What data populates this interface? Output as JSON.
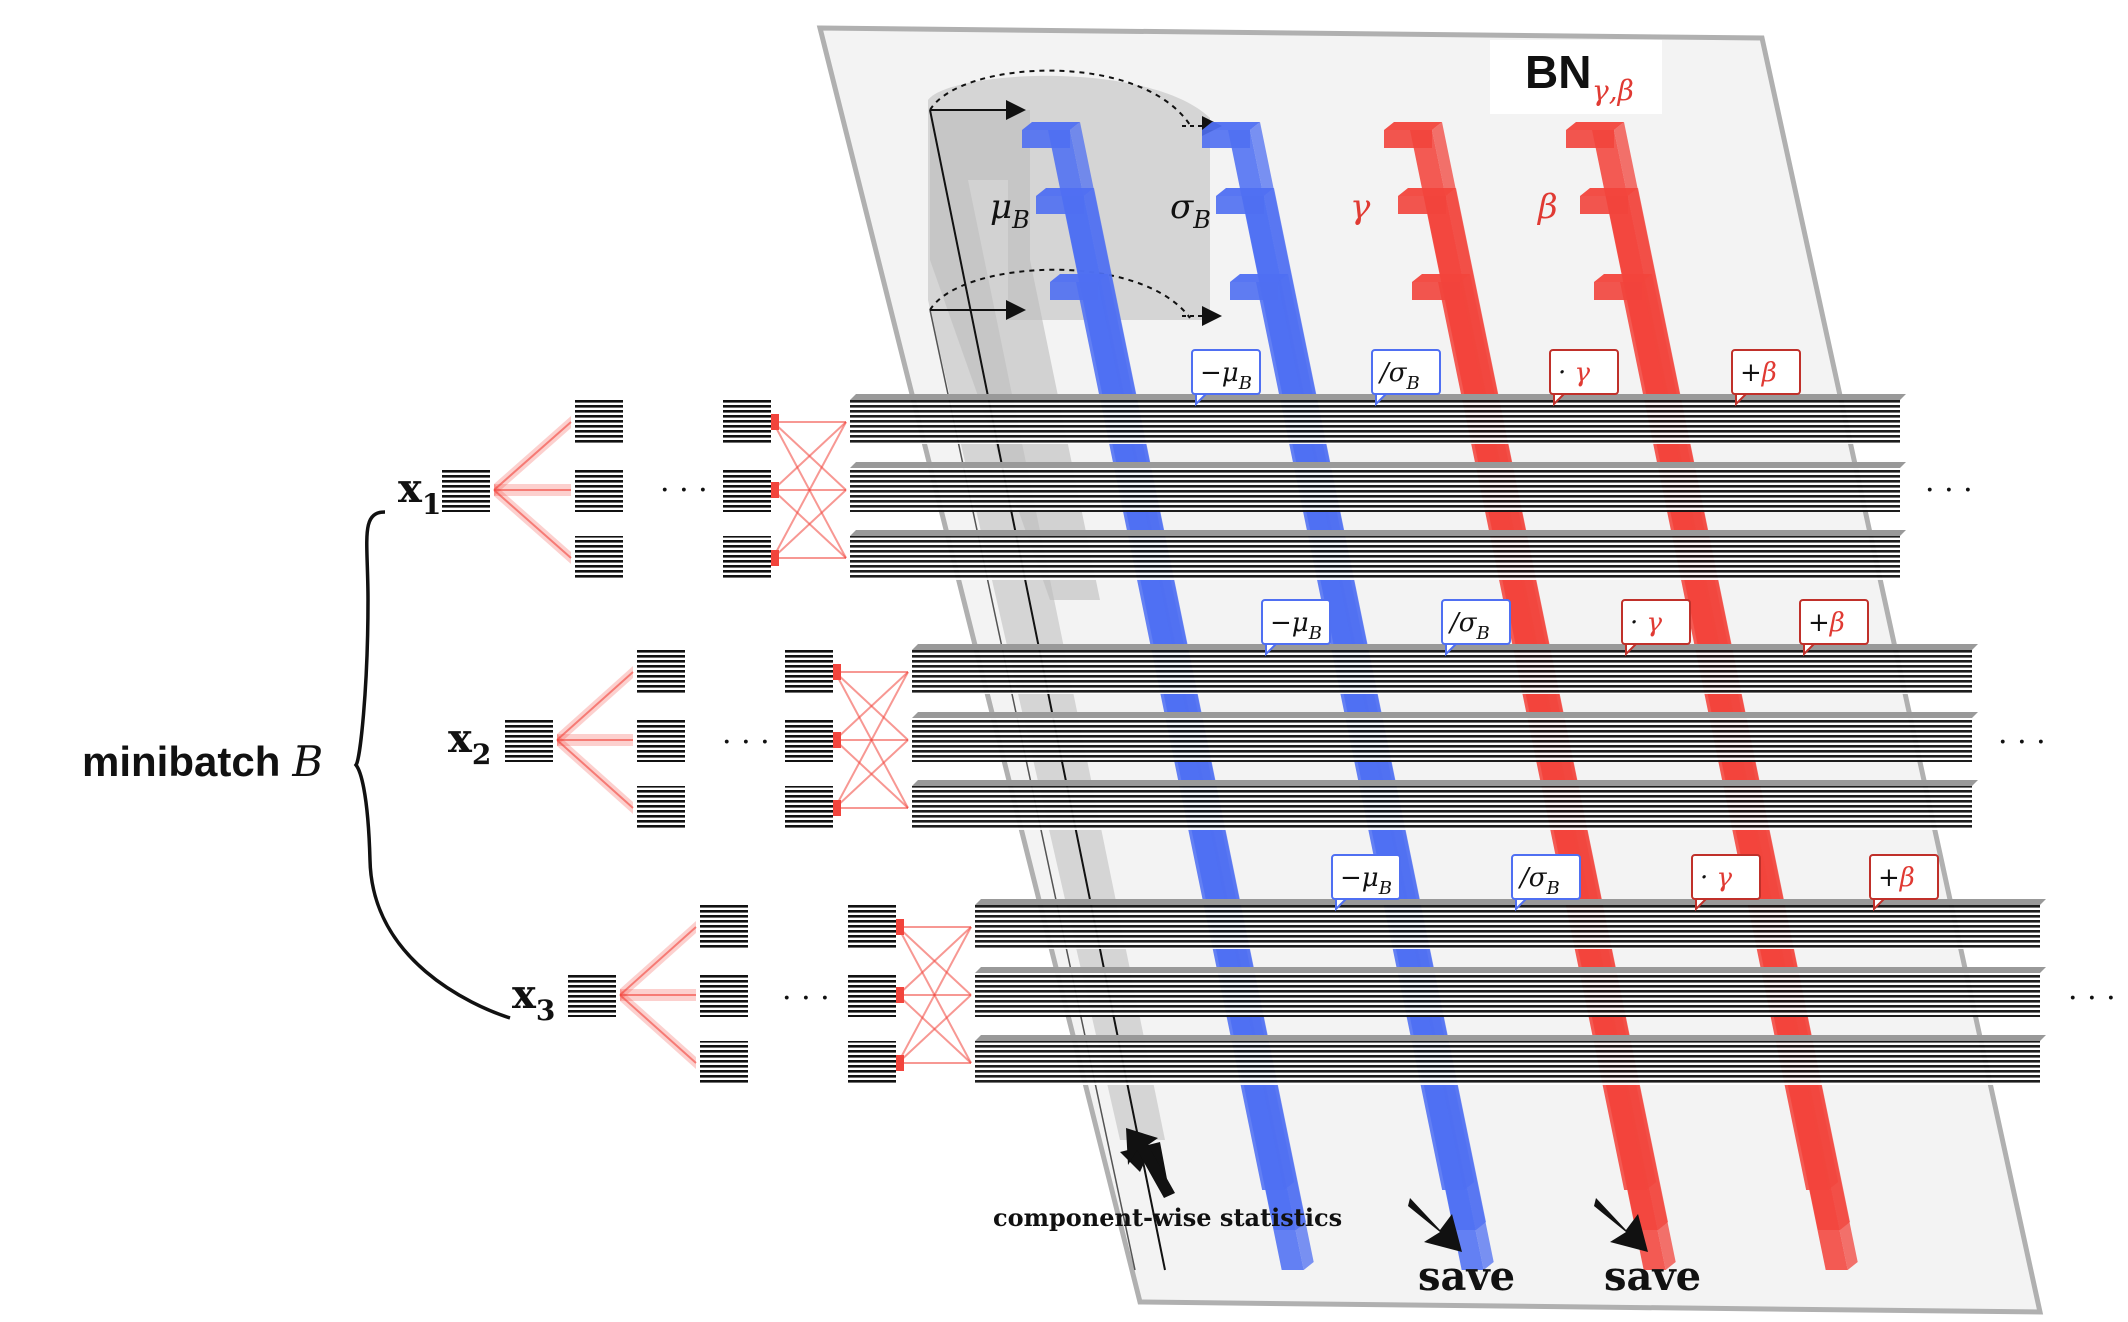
{
  "panel": {
    "title_main": "BN",
    "title_sub": "γ,β"
  },
  "params": {
    "mu": "μ",
    "mu_sub": "B",
    "sigma": "σ",
    "sigma_sub": "B",
    "gamma": "γ",
    "beta": "β"
  },
  "ops": {
    "minus_mu": "−μ",
    "div_sigma": "/σ",
    "times_gamma": "· γ",
    "plus_beta": "+β",
    "sub_B": "B"
  },
  "inputs": {
    "x1": "x",
    "x1_sub": "1",
    "x2": "x",
    "x2_sub": "2",
    "x3": "x",
    "x3_sub": "3"
  },
  "minibatch": {
    "label": "minibatch",
    "var": "B"
  },
  "ellipsis": "· · ·",
  "stats_label": "component-wise statistics",
  "save_label": "save",
  "colors": {
    "blue": "#4f6ff2",
    "red": "#f2443c",
    "panel": "#f3f3f3",
    "panel_border": "#b0b0b0",
    "stats_gray": "#cfcfcf"
  }
}
